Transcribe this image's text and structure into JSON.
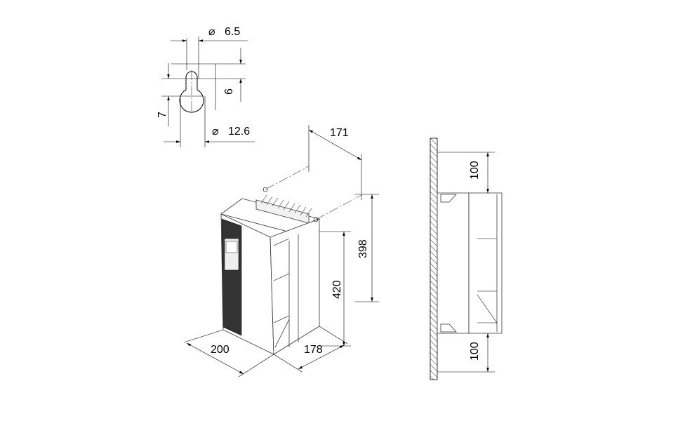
{
  "dimensions": {
    "slot_diameter": "6.5",
    "slot_offset": "9",
    "hole_offset": "7",
    "hole_diameter": "12.6",
    "mount_spacing_width": "171",
    "mount_spacing_height": "398",
    "height": "420",
    "width": "200",
    "depth": "178",
    "clearance_top": "100",
    "clearance_bottom": "100"
  },
  "symbols": {
    "diameter": "⌀"
  }
}
